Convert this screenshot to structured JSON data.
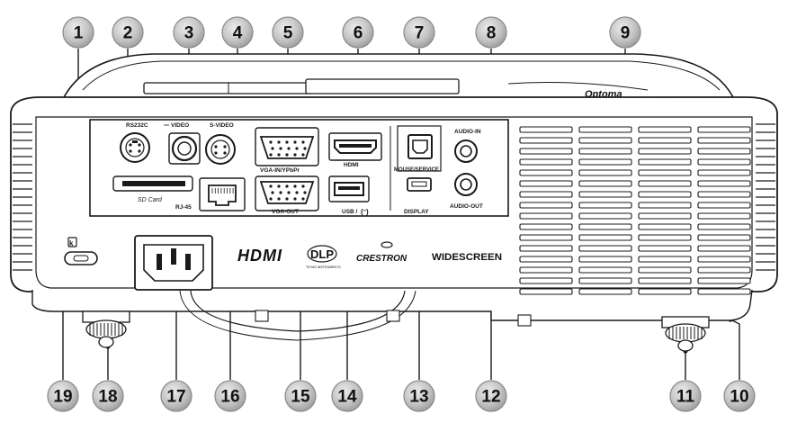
{
  "port_labels": {
    "rs232c": "RS232C",
    "video": "VIDEO",
    "svideo": "S-VIDEO",
    "vga_in": "VGA-IN/YPbPr",
    "hdmi": "HDMI",
    "mouse_service": "MOUSE/SERVICE",
    "audio_in": "AUDIO-IN",
    "audio_out": "AUDIO-OUT",
    "sd_card": "SD Card",
    "rj45": "RJ-45",
    "vga_out": "VGA-OUT",
    "usb": "USB /",
    "display": "DISPLAY"
  },
  "logos": {
    "hdmi": "HDMI",
    "dlp": "DLP",
    "dlp_sub": "TEXAS INSTRUMENTS",
    "crestron": "CRESTRON",
    "widescreen": "WIDESCREEN",
    "brand": "Optoma"
  },
  "callouts": [
    {
      "n": "1"
    },
    {
      "n": "2"
    },
    {
      "n": "3"
    },
    {
      "n": "4"
    },
    {
      "n": "5"
    },
    {
      "n": "6"
    },
    {
      "n": "7"
    },
    {
      "n": "8"
    },
    {
      "n": "9"
    },
    {
      "n": "10"
    },
    {
      "n": "11"
    },
    {
      "n": "12"
    },
    {
      "n": "13"
    },
    {
      "n": "14"
    },
    {
      "n": "15"
    },
    {
      "n": "16"
    },
    {
      "n": "17"
    },
    {
      "n": "18"
    },
    {
      "n": "19"
    }
  ],
  "colors": {
    "body": "#ffffff",
    "outline": "#1a1a1a",
    "callout_fill": "#c9c9c9",
    "callout_stroke": "#8a8a8a"
  }
}
